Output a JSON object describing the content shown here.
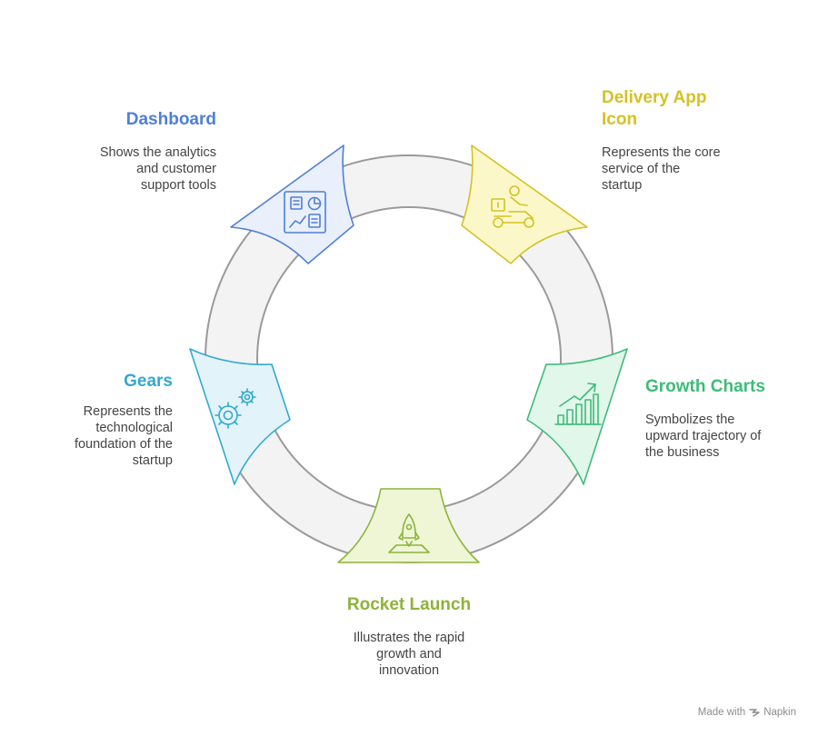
{
  "diagram": {
    "colors": {
      "ring_fill": "#f3f3f3",
      "ring_stroke": "#9a9a9a"
    },
    "nodes": [
      {
        "key": "dashboard",
        "title": "Dashboard",
        "description": [
          "Shows the analytics",
          "and customer",
          "support tools"
        ],
        "icon": "dashboard-icon",
        "color": "#4f7fd6",
        "fill": "#e9effb"
      },
      {
        "key": "delivery",
        "title": [
          "Delivery App",
          "Icon"
        ],
        "description": [
          "Represents the core",
          "service of the",
          "startup"
        ],
        "icon": "delivery-scooter-icon",
        "color": "#d4c224",
        "fill": "#fbf7c9"
      },
      {
        "key": "growth",
        "title": "Growth Charts",
        "description": [
          "Symbolizes the",
          "upward trajectory of",
          "the business"
        ],
        "icon": "growth-chart-icon",
        "color": "#3fbb79",
        "fill": "#e1f7ea"
      },
      {
        "key": "rocket",
        "title": "Rocket Launch",
        "description": [
          "Illustrates the rapid",
          "growth and",
          "innovation"
        ],
        "icon": "rocket-icon",
        "color": "#8db33a",
        "fill": "#eef6d6"
      },
      {
        "key": "gears",
        "title": "Gears",
        "description": [
          "Represents the",
          "technological",
          "foundation of the",
          "startup"
        ],
        "icon": "gears-icon",
        "color": "#33a9cf",
        "fill": "#e2f4fa"
      }
    ]
  },
  "footer": {
    "text": "Made with",
    "brand": "Napkin",
    "icon": "napkin-logo-icon"
  }
}
